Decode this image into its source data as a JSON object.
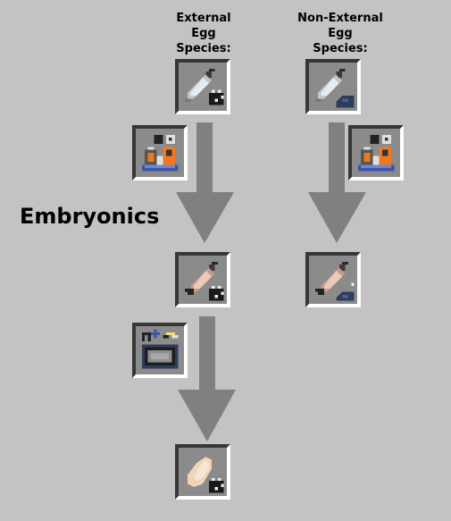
{
  "columns": {
    "external_label": "External\nEgg\nSpecies:",
    "non_external_label": "Non-External\nEgg\nSpecies:"
  },
  "process_label": "Embryonics",
  "icons": {
    "external_input": "empty-syringe-with-black-spider",
    "non_external_input": "empty-syringe-with-blue-creature",
    "machine_1": "dna-extractor-machine-icon",
    "machine_2": "embryonics-station-machine-icon",
    "external_filled": "filled-syringe-with-black-spider",
    "non_external_filled": "filled-syringe-with-blue-creature",
    "external_output": "egg-with-black-spider"
  },
  "colors": {
    "background": "#c3c3c3",
    "arrow": "#808080",
    "slot": "#8b8b8b"
  }
}
